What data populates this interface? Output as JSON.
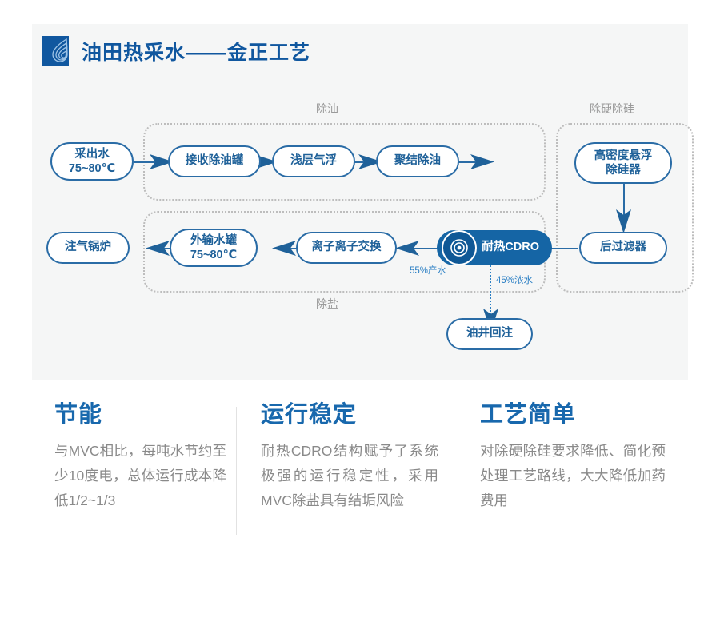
{
  "header": {
    "title": "油田热采水——金正工艺",
    "logo_icon": "water-ripple-logo",
    "brand_color": "#10579f"
  },
  "diagram": {
    "groups": [
      {
        "id": "deoil",
        "label": "除油"
      },
      {
        "id": "desilica",
        "label": "除硬除硅"
      },
      {
        "id": "desalt",
        "label": "除盐"
      }
    ],
    "nodes": [
      {
        "id": "produced-water",
        "line1": "采出水",
        "line2": "75~80℃",
        "style": "outline"
      },
      {
        "id": "receiving-deoil-tank",
        "line1": "接收除油罐",
        "style": "outline"
      },
      {
        "id": "shallow-air-flotation",
        "line1": "浅层气浮",
        "style": "outline"
      },
      {
        "id": "coalescing-deoil",
        "line1": "聚结除油",
        "style": "outline"
      },
      {
        "id": "high-density-desilica",
        "line1": "高密度悬浮",
        "line2": "除硅器",
        "style": "outline"
      },
      {
        "id": "post-filter",
        "line1": "后过滤器",
        "style": "outline"
      },
      {
        "id": "cdro",
        "line1": "耐热CDRO",
        "style": "filled",
        "icon": "cdro-spiral-icon"
      },
      {
        "id": "ion-exchange",
        "line1": "离子离子交换",
        "style": "outline"
      },
      {
        "id": "export-water-tank",
        "line1": "外输水罐",
        "line2": "75~80℃",
        "style": "outline"
      },
      {
        "id": "steam-injection-boiler",
        "line1": "注气锅炉",
        "style": "outline"
      },
      {
        "id": "well-reinjection",
        "line1": "油井回注",
        "style": "outline"
      }
    ],
    "flow_labels": [
      {
        "id": "permeate",
        "text": "55%产水"
      },
      {
        "id": "concentrate",
        "text": "45%浓水"
      }
    ],
    "colors": {
      "node_border": "#2a6ca6",
      "node_text": "#1f6199",
      "filled_node_bg": "#1565a5",
      "group_border": "#bdbdbd",
      "group_label": "#9a9a9a",
      "flow_label": "#2b7fc4",
      "panel_bg": "#f5f6f6"
    }
  },
  "features": [
    {
      "id": "energy-saving",
      "title": "节能",
      "body": "与MVC相比，每吨水节约至少10度电，总体运行成本降低1/2~1/3"
    },
    {
      "id": "stable-operation",
      "title": "运行稳定",
      "body": "耐热CDRO结构赋予了系统极强的运行稳定性，采用MVC除盐具有结垢风险"
    },
    {
      "id": "simple-process",
      "title": "工艺简单",
      "body": "对除硬除硅要求降低、简化预处理工艺路线，大大降低加药费用"
    }
  ]
}
